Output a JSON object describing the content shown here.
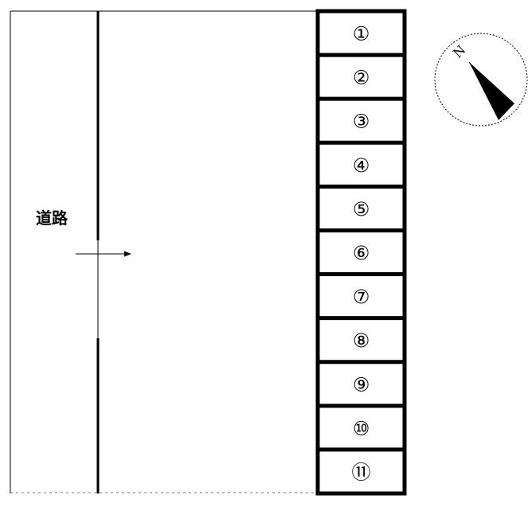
{
  "road": {
    "label": "道路"
  },
  "compass": {
    "north_label": "N"
  },
  "lots": [
    {
      "label": "①"
    },
    {
      "label": "②"
    },
    {
      "label": "③"
    },
    {
      "label": "④"
    },
    {
      "label": "⑤"
    },
    {
      "label": "⑥"
    },
    {
      "label": "⑦"
    },
    {
      "label": "⑧"
    },
    {
      "label": "⑨"
    },
    {
      "label": "⑩"
    },
    {
      "label": "⑪"
    }
  ],
  "colors": {
    "line": "#000000",
    "background": "#ffffff"
  }
}
